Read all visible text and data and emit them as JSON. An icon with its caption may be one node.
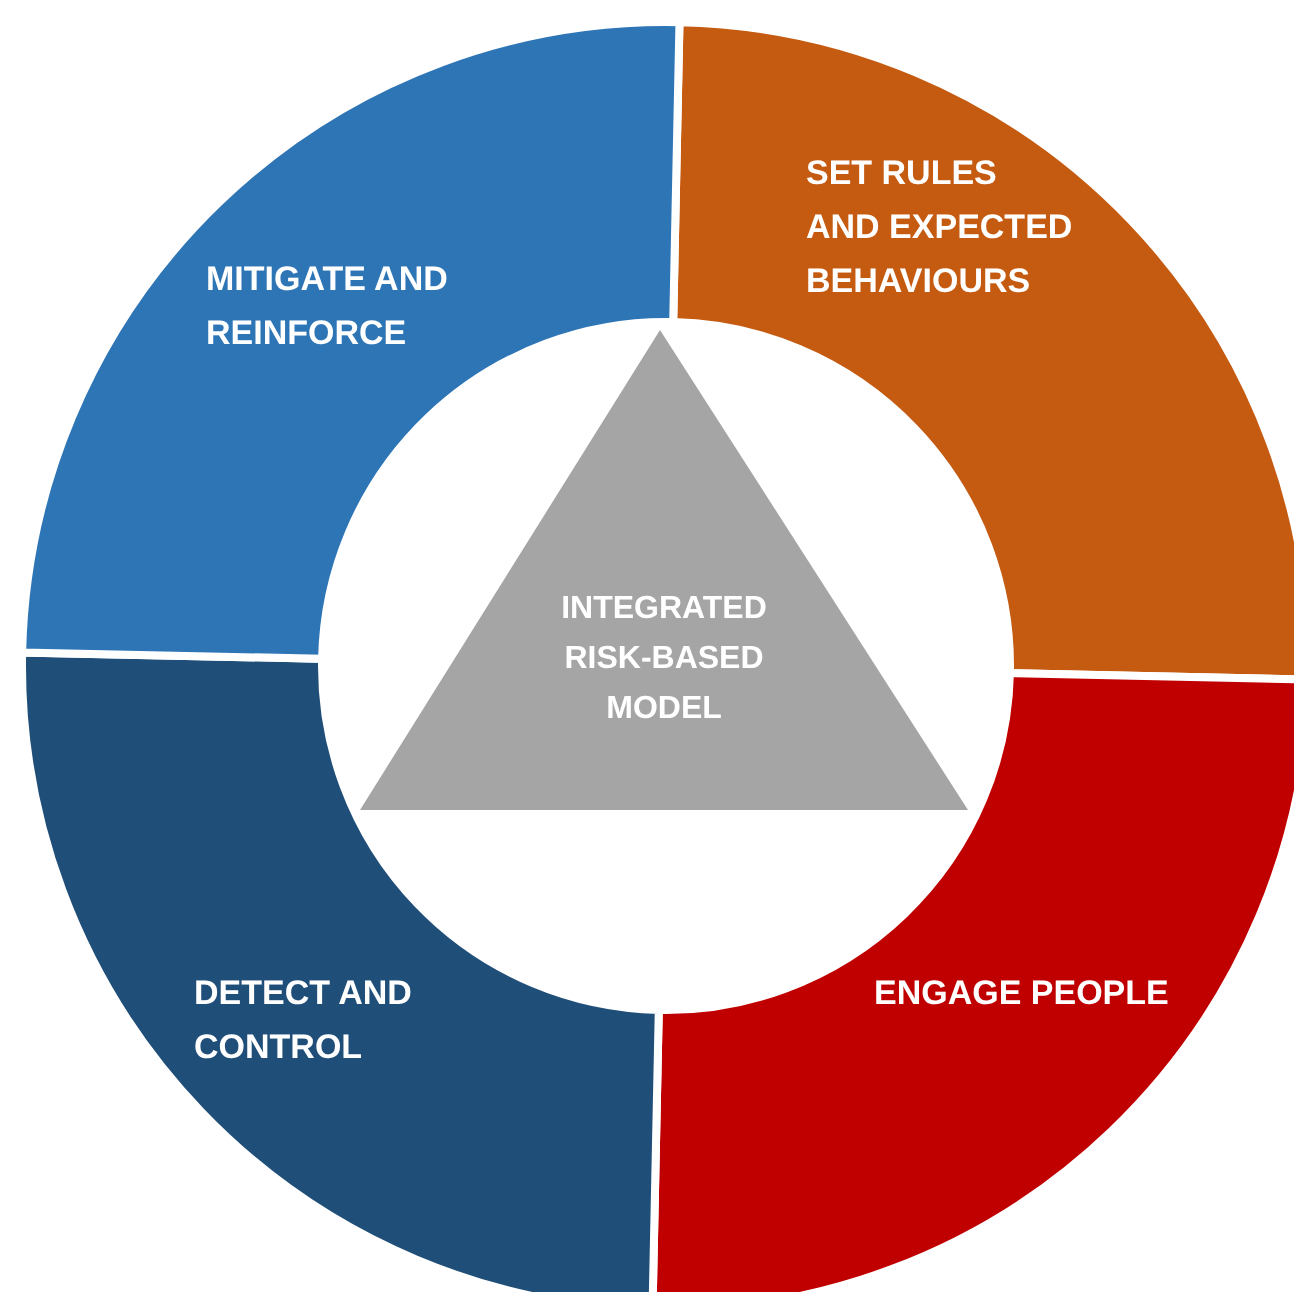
{
  "diagram": {
    "nodes": [
      {
        "text": [
          "SET RULES AND EXPECTED BEHAVIOURS"
        ]
      },
      {
        "text": [
          "ENGAGE PEOPLE"
        ]
      },
      {
        "text": [
          "DETECT AND CONTROL"
        ]
      },
      {
        "text": [
          "MITIGATE AND REINFORCE"
        ]
      },
      {
        "text": [
          "INTEGRATED RISK-BASED MODEL"
        ]
      }
    ]
  }
}
